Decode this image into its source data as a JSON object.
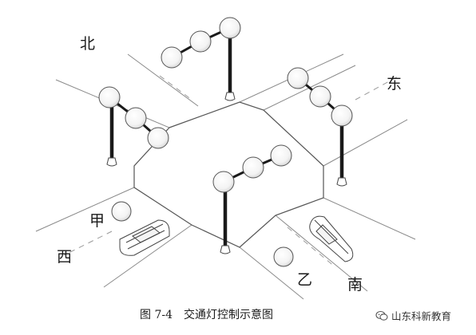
{
  "directions": {
    "north": "北",
    "east": "东",
    "west": "西",
    "south": "南"
  },
  "markers": {
    "jia": "甲",
    "yi": "乙"
  },
  "caption": {
    "number": "图 7-4",
    "title": "交通灯控制示意图"
  },
  "watermark": {
    "text": "山东科新教育"
  },
  "colors": {
    "line": "#1a1a1a",
    "road_line": "#8a8a8a",
    "background": "#ffffff"
  }
}
